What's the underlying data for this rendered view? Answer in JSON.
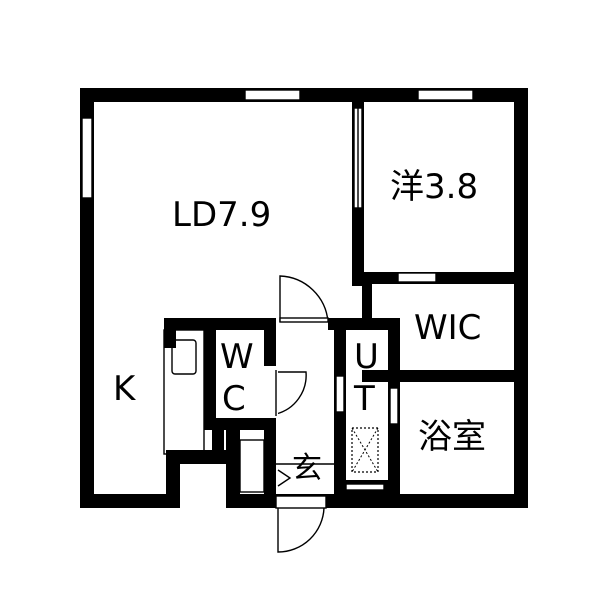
{
  "rooms": {
    "ld": "LD7.9",
    "bedroom": "洋3.8",
    "wic": "WIC",
    "kitchen": "K",
    "wc_top": "W",
    "wc_bottom": "C",
    "ut_top": "U",
    "ut_bottom": "T",
    "bath": "浴室",
    "entrance": "玄"
  },
  "colors": {
    "wall": "#000000",
    "background": "#ffffff"
  }
}
